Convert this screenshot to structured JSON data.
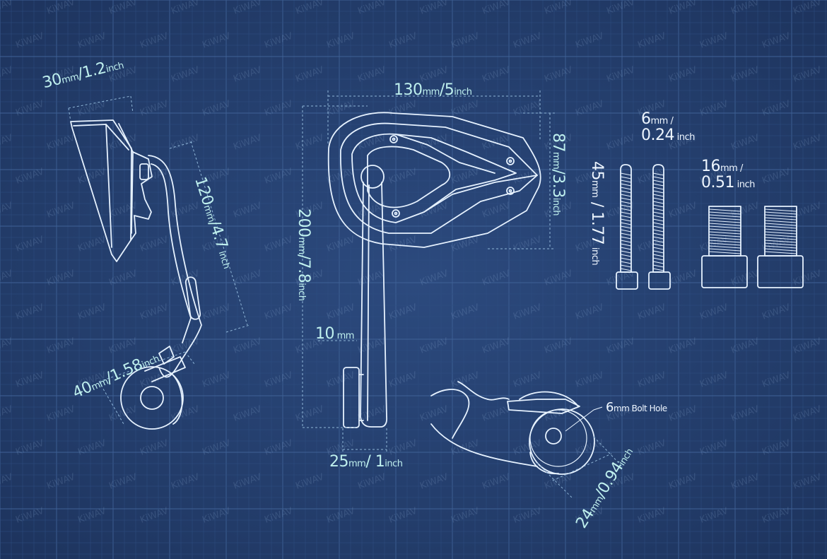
{
  "watermark": "KiWAV",
  "colors": {
    "background": "#243f6e",
    "grid": "#3a5a8c",
    "line": "#e6f2ff",
    "label": "#bff0ee",
    "dim": "#8fb6d8"
  },
  "side_view": {
    "width_label": {
      "num1": "30",
      "unit1": "mm",
      "sep": "/",
      "num2": "1.2",
      "unit2": "inch"
    },
    "height_label": {
      "num1": "120",
      "unit1": "mm",
      "sep": "/",
      "num2": "4.7",
      "unit2": " inch"
    },
    "mount_label": {
      "num1": "40",
      "unit1": "mm",
      "sep": "/",
      "num2": "1.58",
      "unit2": "inch"
    }
  },
  "front_view": {
    "width_label": {
      "num1": "130",
      "unit1": "mm",
      "sep": "/",
      "num2": "5",
      "unit2": "inch"
    },
    "mirror_height_label": {
      "num1": "87",
      "unit1": "mm",
      "sep": "/",
      "num2": "3.3",
      "unit2": "inch"
    },
    "total_height_label": {
      "num1": "200",
      "unit1": "mm",
      "sep": "/",
      "num2": "7.8",
      "unit2": "inch"
    },
    "stem_label": {
      "num1": "10",
      "unit1": " mm"
    },
    "base_label": {
      "num1": "25",
      "unit1": "mm",
      "sep": "/ ",
      "num2": "1",
      "unit2": "inch"
    }
  },
  "bolts": {
    "long_width": {
      "line1_num": "6",
      "line1_unit": "mm /",
      "line2_num": "0.24",
      "line2_unit": " inch"
    },
    "long_length": {
      "num1": "45",
      "unit1": "mm",
      "sep": " / ",
      "num2": "1.77",
      "unit2": " inch"
    },
    "short_length": {
      "line1_num": "16",
      "line1_unit": "mm /",
      "line2_num": "0.51",
      "line2_unit": " inch"
    }
  },
  "clamp_detail": {
    "bolt_hole": {
      "num": "6",
      "unit": "mm Bolt Hole"
    },
    "diameter_label": {
      "num1": "24",
      "unit1": "mm",
      "sep": "/",
      "num2": "0.94",
      "unit2": "inch"
    }
  }
}
